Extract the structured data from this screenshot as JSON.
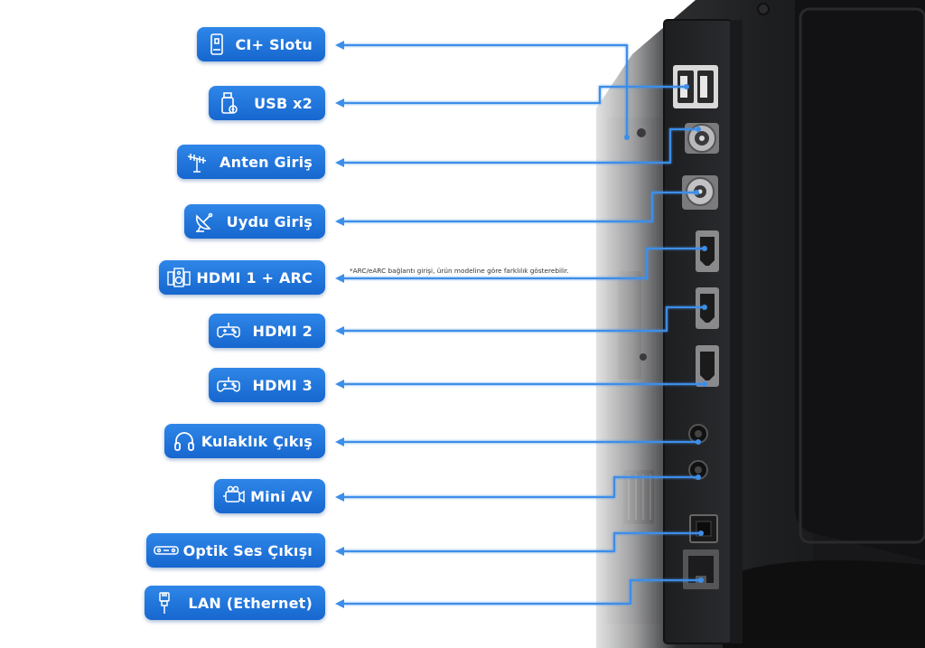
{
  "ports": [
    {
      "id": "ci-slot",
      "label": "CI+ Slotu",
      "icon": "ci-card-icon"
    },
    {
      "id": "usb",
      "label": "USB x2",
      "icon": "usb-stick-icon"
    },
    {
      "id": "antenna",
      "label": "Anten Giriş",
      "icon": "antenna-icon"
    },
    {
      "id": "satellite",
      "label": "Uydu Giriş",
      "icon": "satellite-dish-icon"
    },
    {
      "id": "hdmi1",
      "label": "HDMI 1 + ARC",
      "icon": "speaker-system-icon"
    },
    {
      "id": "hdmi2",
      "label": "HDMI 2",
      "icon": "gamepad-icon"
    },
    {
      "id": "hdmi3",
      "label": "HDMI 3",
      "icon": "gamepad-icon"
    },
    {
      "id": "headphone",
      "label": "Kulaklık Çıkış",
      "icon": "headphones-icon"
    },
    {
      "id": "mini-av",
      "label": "Mini AV",
      "icon": "camcorder-icon"
    },
    {
      "id": "optical",
      "label": "Optik Ses Çıkışı",
      "icon": "soundbar-icon"
    },
    {
      "id": "lan",
      "label": "LAN (Ethernet)",
      "icon": "ethernet-cable-icon"
    }
  ],
  "note": "*ARC/eARC bağlantı girişi, ürün modeline göre farklılık gösterebilir.",
  "colors": {
    "label_blue": "#1f78de",
    "connector_line": "#3d8ee8",
    "tv_body": "#1b1b1d",
    "panel": "#26272a"
  }
}
